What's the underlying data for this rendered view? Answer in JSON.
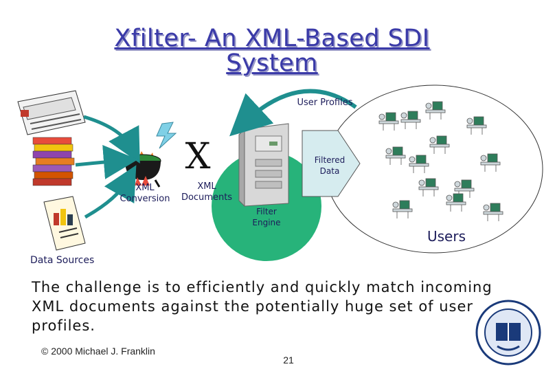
{
  "slide": {
    "title_line1": "Xfilter- An XML-Based SDI",
    "title_line2": "System",
    "user_profiles_label": "User Profiles",
    "filtered_data_line1": "Filtered",
    "filtered_data_line2": "Data",
    "xml_conversion_line1": "XML",
    "xml_conversion_line2": "Conversion",
    "xml_documents_line1": "XML",
    "xml_documents_line2": "Documents",
    "xml_letter": "X",
    "filter_engine_line1": "Filter",
    "filter_engine_line2": "Engine",
    "users_label": "Users",
    "data_sources_label": "Data Sources",
    "body_text": "The challenge is to efficiently and quickly match incoming XML documents against the potentially huge set of user profiles.",
    "copyright": "© 2000 Michael J. Franklin",
    "page_number": "21"
  },
  "colors": {
    "title": "#3a3aa8",
    "arrow_teal": "#1f8f8f",
    "filter_circle": "#27b37a",
    "filtered_arrow": "#d6ecef",
    "lightning": "#7fd0e6"
  }
}
